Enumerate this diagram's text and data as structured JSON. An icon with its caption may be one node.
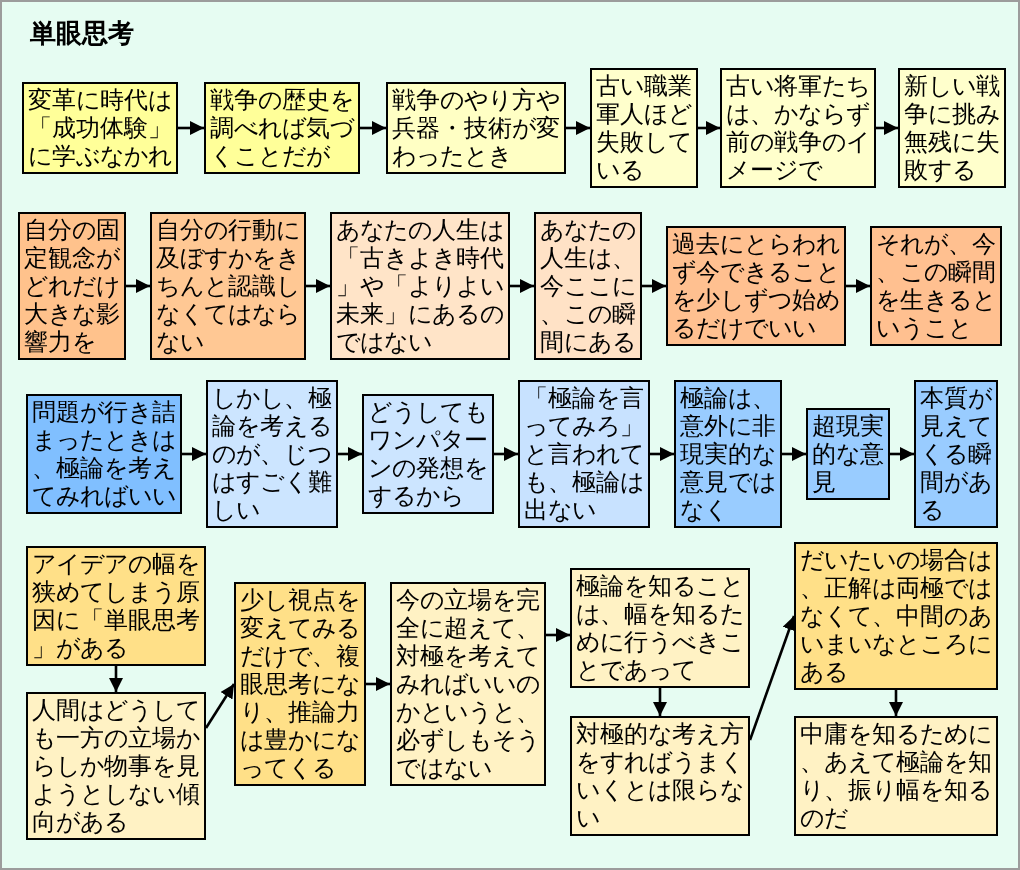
{
  "diagram": {
    "title": "単眼思考",
    "nodes": [
      {
        "text": [
          "変革に時代は「成功体験」に学ぶなかれ"
        ]
      },
      {
        "text": [
          "戦争の歴史を調べれば気づくことだが"
        ]
      },
      {
        "text": [
          "戦争のやり方や兵器・技術が変わったとき"
        ]
      },
      {
        "text": [
          "古い職業軍人ほど失敗している"
        ]
      },
      {
        "text": [
          "古い将軍たちは、かならず前の戦争のイメージで"
        ]
      },
      {
        "text": [
          "新しい戦争に挑み無残に失敗する"
        ]
      },
      {
        "text": [
          "自分の固定観念がどれだけ大きな影響力を"
        ]
      },
      {
        "text": [
          "自分の行動に及ぼすかをきちんと認識しなくてはならない"
        ]
      },
      {
        "text": [
          "あなたの人生は「古きよき時代」や「よりよい未来」にあるのではない"
        ]
      },
      {
        "text": [
          "あなたの人生は、今ここに、この瞬間にある"
        ]
      },
      {
        "text": [
          "過去にとらわれず今できることを少しずつ始めるだけでいい"
        ]
      },
      {
        "text": [
          "それが、今、この瞬間を生きるということ"
        ]
      },
      {
        "text": [
          "問題が行き詰まったときは、極論を考えてみればいい"
        ]
      },
      {
        "text": [
          "しかし、極論を考えるのが、じつはすごく難しい"
        ]
      },
      {
        "text": [
          "どうしてもワンパターンの発想をするから"
        ]
      },
      {
        "text": [
          "「極論を言ってみろ」と言われても、極論は出ない"
        ]
      },
      {
        "text": [
          "極論は、意外に非現実的な意見ではなく"
        ]
      },
      {
        "text": [
          "超現実的な意見"
        ]
      },
      {
        "text": [
          "本質が見えてくる瞬間がある"
        ]
      },
      {
        "text": [
          "アイデアの幅を狭めてしまう原因に「単眼思考」がある"
        ]
      },
      {
        "text": [
          "人間はどうしても一方の立場からしか物事を見ようとしない傾向がある"
        ]
      },
      {
        "text": [
          "少し視点を変えてみるだけで、複眼思考になり、推論力は豊かになってくる"
        ]
      },
      {
        "text": [
          "今の立場を完全に超えて、対極を考えてみればいいのかというと、必ずしもそうではない"
        ]
      },
      {
        "text": [
          "極論を知ることは、幅を知るために行うべきことであって"
        ]
      },
      {
        "text": [
          "対極的な考え方をすればうまくいくとは限らない"
        ]
      },
      {
        "text": [
          "だいたいの場合は、正解は両極ではなくて、中間のあいまいなところにある"
        ]
      },
      {
        "text": [
          "中庸を知るために、あえて極論を知り、振り幅を知るのだ"
        ]
      }
    ],
    "edges": [
      {
        "from": 0,
        "to": 1,
        "arrow": "to"
      },
      {
        "from": 1,
        "to": 2,
        "arrow": "to"
      },
      {
        "from": 2,
        "to": 3,
        "arrow": "to"
      },
      {
        "from": 3,
        "to": 4,
        "arrow": "to"
      },
      {
        "from": 4,
        "to": 5,
        "arrow": "to"
      },
      {
        "from": 6,
        "to": 7,
        "arrow": "to"
      },
      {
        "from": 7,
        "to": 8,
        "arrow": "to"
      },
      {
        "from": 8,
        "to": 9,
        "arrow": "to"
      },
      {
        "from": 9,
        "to": 10,
        "arrow": "to"
      },
      {
        "from": 10,
        "to": 11,
        "arrow": "to"
      },
      {
        "from": 12,
        "to": 13,
        "arrow": "to"
      },
      {
        "from": 13,
        "to": 14,
        "arrow": "to"
      },
      {
        "from": 14,
        "to": 15,
        "arrow": "to"
      },
      {
        "from": 15,
        "to": 16,
        "arrow": "to"
      },
      {
        "from": 16,
        "to": 17,
        "arrow": "to"
      },
      {
        "from": 17,
        "to": 18,
        "arrow": "to"
      },
      {
        "from": 19,
        "to": 20,
        "arrow": "to"
      },
      {
        "from": 20,
        "to": 21,
        "arrow": "to"
      },
      {
        "from": 21,
        "to": 22,
        "arrow": "to"
      },
      {
        "from": 22,
        "to": 23,
        "arrow": "to"
      },
      {
        "from": 23,
        "to": 24,
        "arrow": "to"
      },
      {
        "from": 24,
        "to": 25,
        "arrow": "to"
      },
      {
        "from": 25,
        "to": 26,
        "arrow": "to"
      }
    ]
  }
}
